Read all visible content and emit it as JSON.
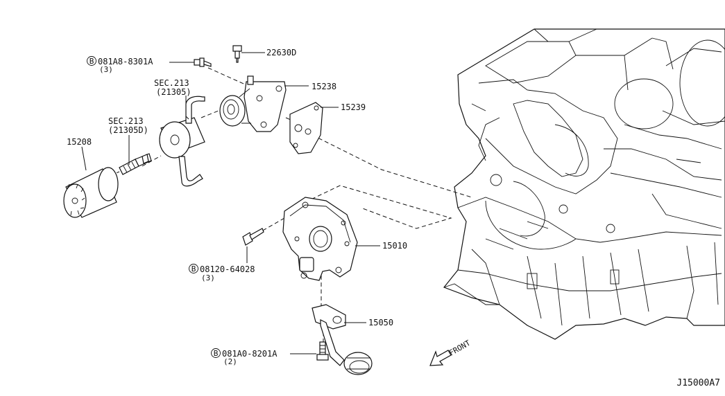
{
  "diagram_id": "J15000A7",
  "front_label": "FRONT",
  "callouts": [
    {
      "id": "c-081a8",
      "part": "081A8-8301A",
      "qty": "(3)",
      "bolt_mark": "B"
    },
    {
      "id": "c-22630d",
      "part": "22630D"
    },
    {
      "id": "c-15238",
      "part": "15238"
    },
    {
      "id": "c-15239",
      "part": "15239"
    },
    {
      "id": "c-sec213a",
      "part": "SEC.213",
      "sub": "(21305)"
    },
    {
      "id": "c-sec213b",
      "part": "SEC.213",
      "sub": "(21305D)"
    },
    {
      "id": "c-15208",
      "part": "15208"
    },
    {
      "id": "c-15010",
      "part": "15010"
    },
    {
      "id": "c-08120",
      "part": "08120-64028",
      "qty": "(3)",
      "bolt_mark": "B"
    },
    {
      "id": "c-15050",
      "part": "15050"
    },
    {
      "id": "c-081a0",
      "part": "081A0-8201A",
      "qty": "(2)",
      "bolt_mark": "B"
    }
  ]
}
